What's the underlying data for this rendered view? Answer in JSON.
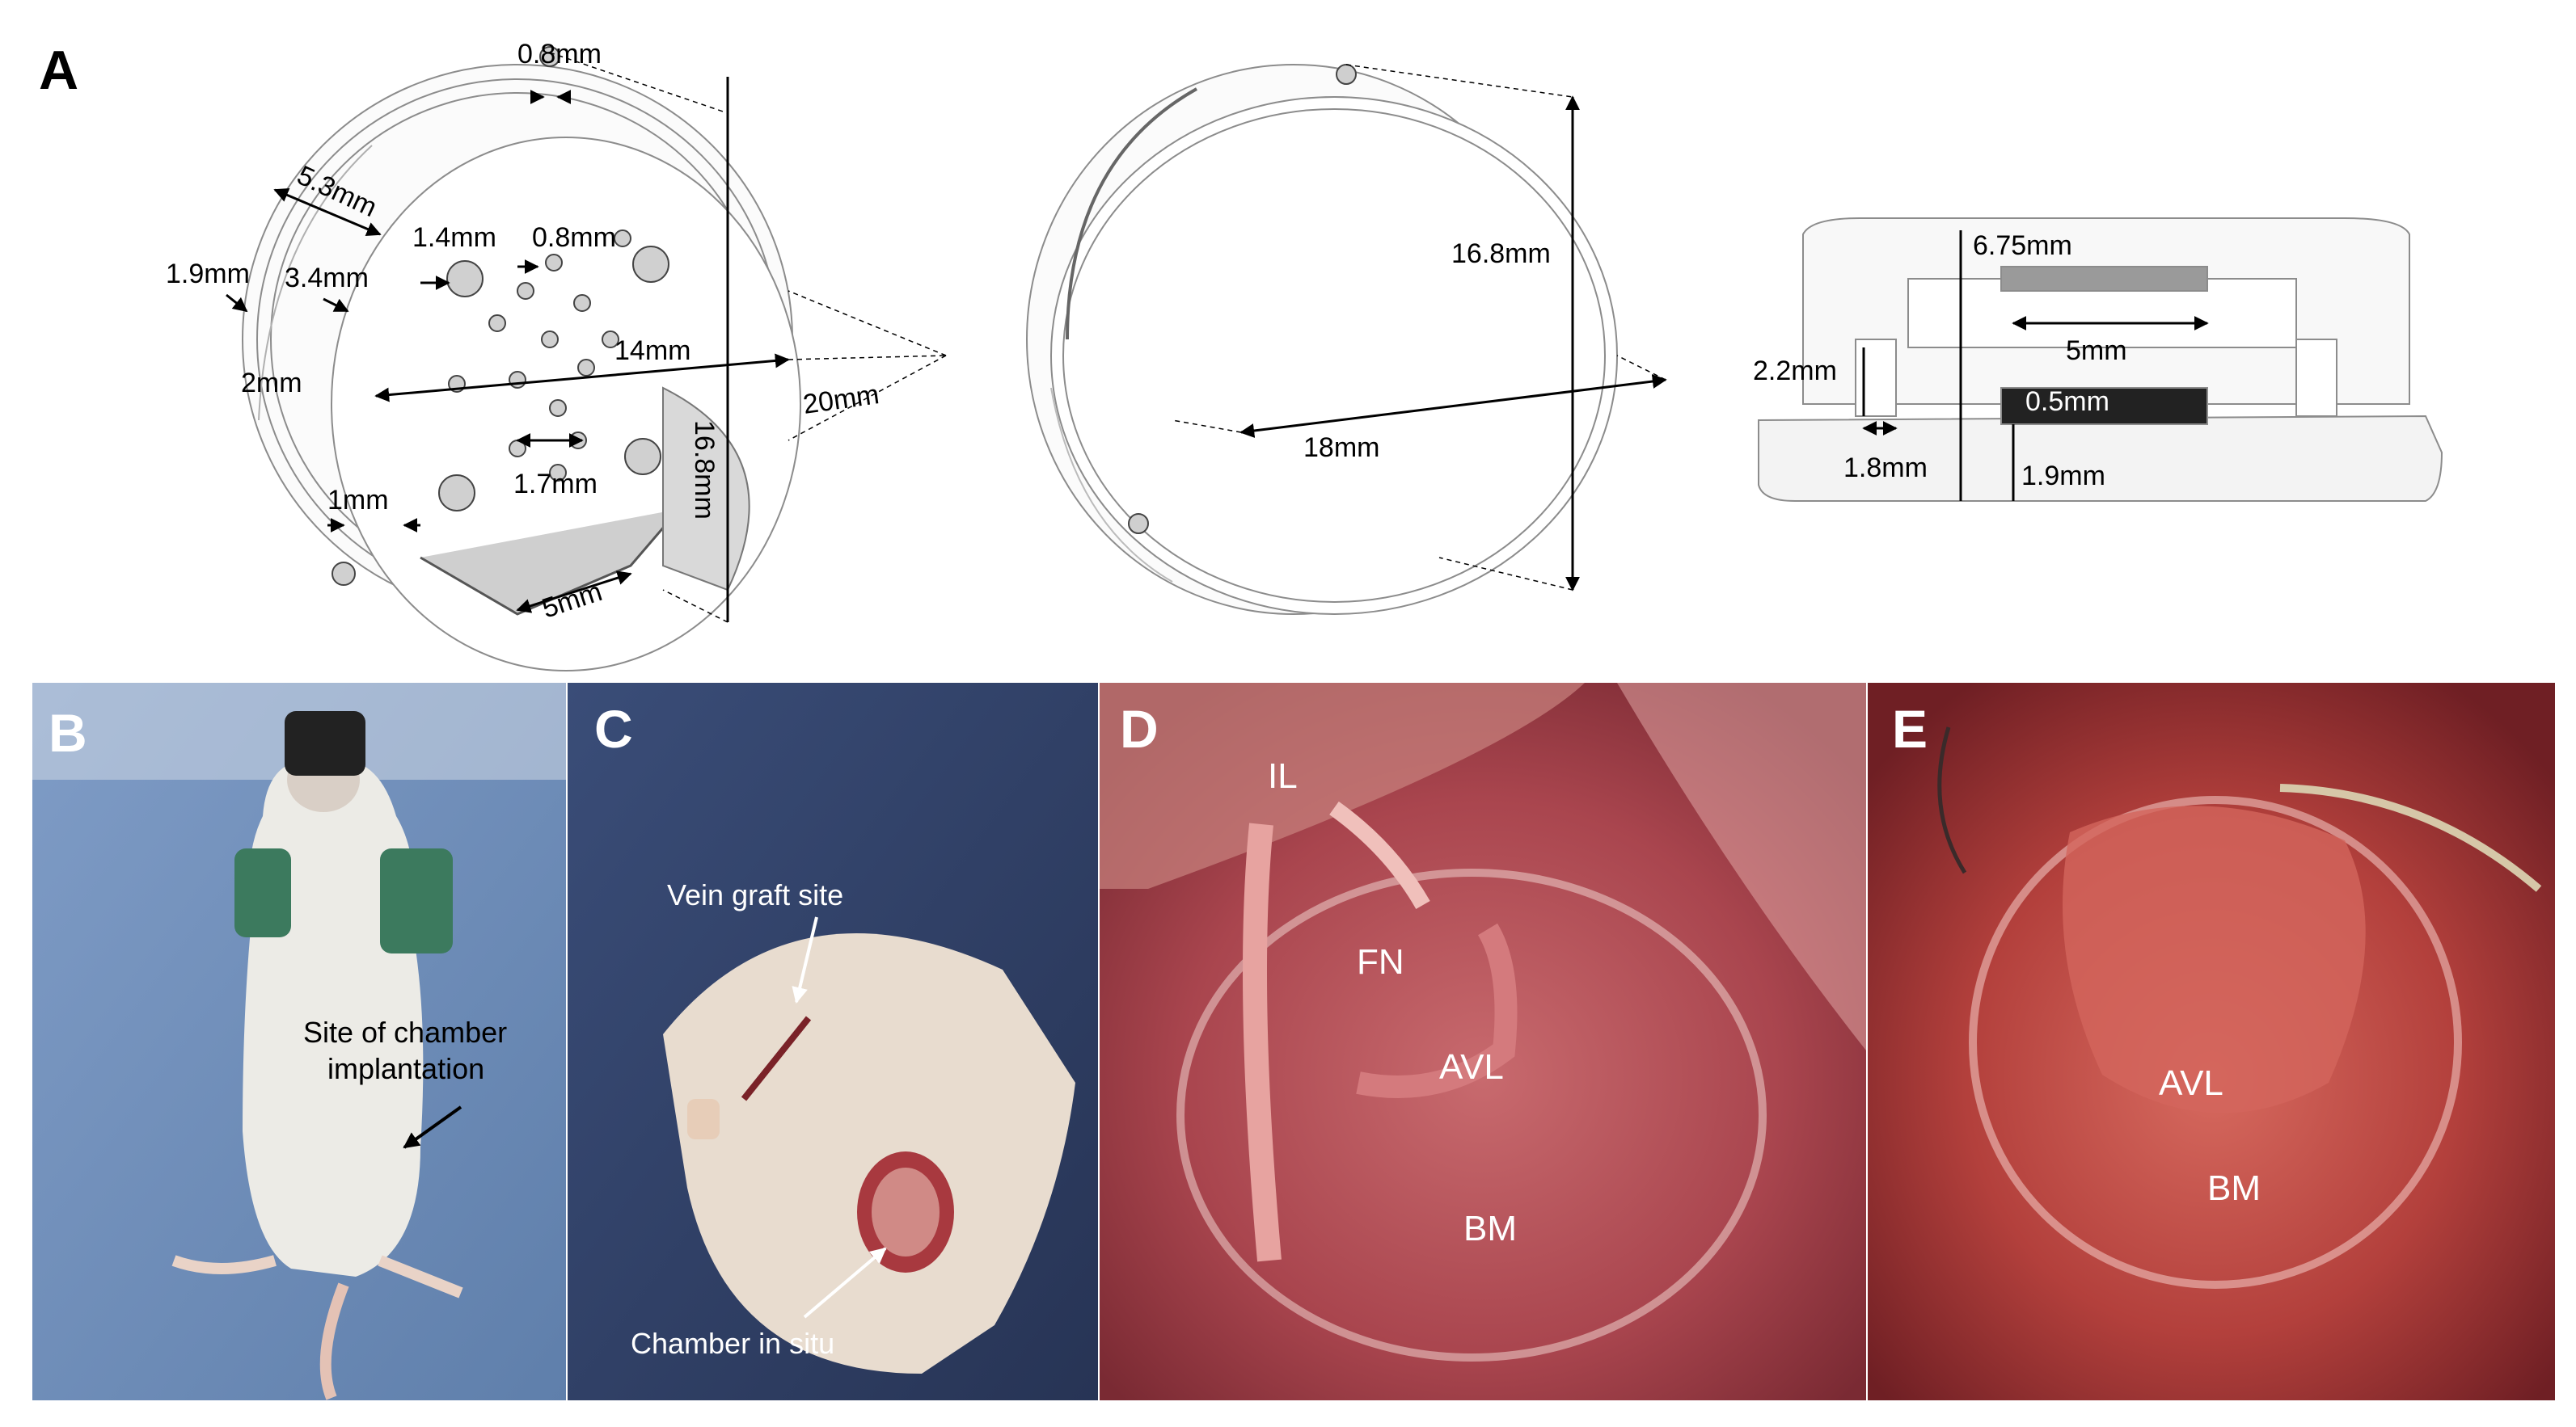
{
  "panels": {
    "A": {
      "letter": "A",
      "front_view": {
        "dims": [
          "0.8mm",
          "5.3mm",
          "1.4mm",
          "0.8mm",
          "1.9mm",
          "3.4mm",
          "14mm",
          "2mm",
          "20mm",
          "16.8mm",
          "1.7mm",
          "1mm",
          "5mm"
        ]
      },
      "back_view": {
        "dims": [
          "16.8mm",
          "18mm"
        ]
      },
      "section_view": {
        "dims": [
          "6.75mm",
          "5mm",
          "2.2mm",
          "0.5mm",
          "1.8mm",
          "1.9mm"
        ]
      }
    },
    "B": {
      "letter": "B",
      "annotation": "Site of chamber\nimplantation"
    },
    "C": {
      "letter": "C",
      "annotation_top": "Vein graft site",
      "annotation_bottom": "Chamber in situ"
    },
    "D": {
      "letter": "D",
      "labels": [
        "IL",
        "FN",
        "AVL",
        "BM"
      ]
    },
    "E": {
      "letter": "E",
      "labels": [
        "AVL",
        "BM"
      ]
    }
  },
  "colors": {
    "drape_blue": "#6f8fb8",
    "drape_navy": "#2f3f63",
    "tissue_red": "#b34a52",
    "tissue_pink": "#d98a8a",
    "cad_line": "#9a9a9a"
  }
}
